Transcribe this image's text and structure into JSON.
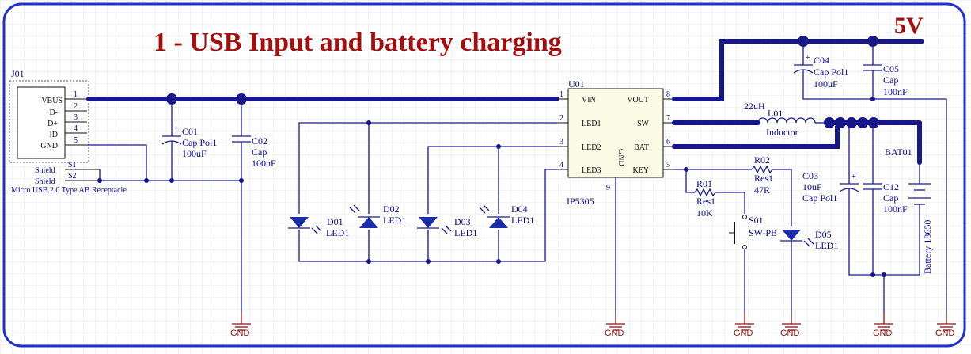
{
  "title": "1 - USB Input and battery charging",
  "rail_label": "5V",
  "usb": {
    "designator": "J01",
    "pins": [
      "VBUS",
      "D-",
      "D+",
      "ID",
      "GND"
    ],
    "pin_numbers": [
      "1",
      "2",
      "3",
      "4",
      "5"
    ],
    "shield_labels": [
      "Shield",
      "Shield"
    ],
    "shield_pins": [
      "S1",
      "S2"
    ],
    "description": "Micro USB 2.0 Type AB Receptacle"
  },
  "ic": {
    "designator": "U01",
    "part": "IP5305",
    "left_pins": [
      "VIN",
      "LED1",
      "LED2",
      "LED3"
    ],
    "left_nums": [
      "1",
      "2",
      "3",
      "4"
    ],
    "right_pins": [
      "VOUT",
      "SW",
      "BAT",
      "KEY"
    ],
    "right_nums": [
      "8",
      "7",
      "6",
      "5"
    ],
    "gnd_pin": "GND",
    "gnd_num": "9"
  },
  "caps": {
    "c01": {
      "ref": "C01",
      "type": "Cap Pol1",
      "value": "100uF"
    },
    "c02": {
      "ref": "C02",
      "type": "Cap",
      "value": "100nF"
    },
    "c04": {
      "ref": "C04",
      "type": "Cap Pol1",
      "value": "100uF"
    },
    "c05": {
      "ref": "C05",
      "type": "Cap",
      "value": "100nF"
    },
    "c03": {
      "ref": "C03",
      "value": "10uF",
      "type": "Cap Pol1"
    },
    "c12": {
      "ref": "C12",
      "type": "Cap",
      "value": "100nF"
    }
  },
  "leds": {
    "d01": {
      "ref": "D01",
      "type": "LED1"
    },
    "d02": {
      "ref": "D02",
      "type": "LED1"
    },
    "d03": {
      "ref": "D03",
      "type": "LED1"
    },
    "d04": {
      "ref": "D04",
      "type": "LED1"
    },
    "d05": {
      "ref": "D05",
      "type": "LED1"
    }
  },
  "inductor": {
    "value": "22uH",
    "ref": "L01",
    "type": "Inductor"
  },
  "r01": {
    "ref": "R01",
    "type": "Res1",
    "value": "10K"
  },
  "r02": {
    "ref": "R02",
    "type": "Res1",
    "value": "47R"
  },
  "switch": {
    "ref": "S01",
    "type": "SW-PB"
  },
  "battery": {
    "ref": "BAT01",
    "type": "Battery 18650"
  },
  "gnd_label": "GND",
  "colors": {
    "wire": "#17178a",
    "title": "#a30f0f",
    "ground": "#8a1010",
    "frame": "#1f2fd6",
    "grid": "#e2e2e2"
  }
}
